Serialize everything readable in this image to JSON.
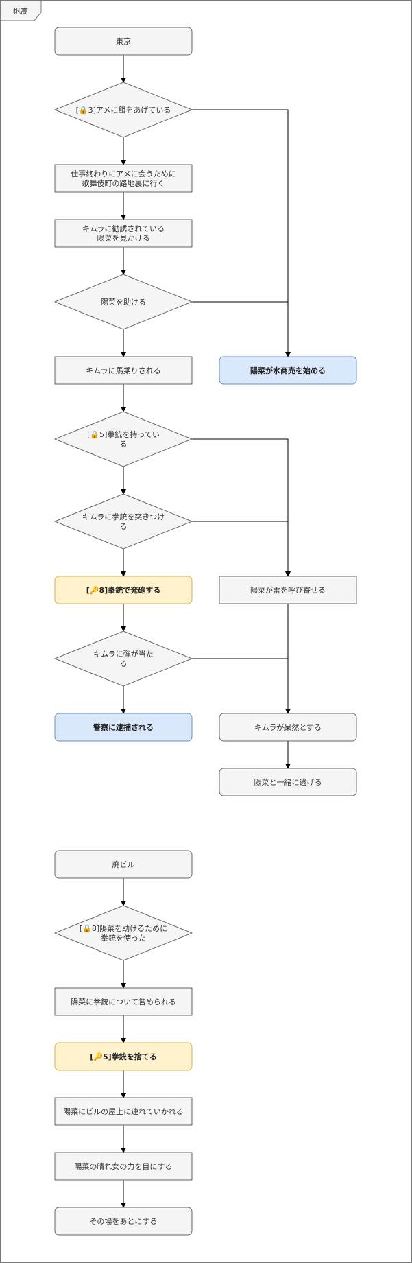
{
  "frame": {
    "label": "帆高"
  },
  "colors": {
    "node_fill": "#f5f5f5",
    "node_stroke": "#666666",
    "blue_fill": "#dae8fc",
    "blue_stroke": "#6c8ebf",
    "yellow_fill": "#fff2cc",
    "yellow_stroke": "#d6b656",
    "edge": "#000000"
  },
  "icons": {
    "lock": "lock-icon",
    "key": "key-icon"
  },
  "nodes": [
    {
      "id": "n1",
      "shape": "rect",
      "style": "gray",
      "lines": [
        "東京"
      ]
    },
    {
      "id": "n2",
      "shape": "diamond",
      "style": "gray",
      "lines": [
        "[🔒3]アメに餌をあげている"
      ]
    },
    {
      "id": "n3",
      "shape": "rect",
      "style": "gray",
      "lines": [
        "仕事終わりにアメに会うために",
        "歌舞伎町の路地裏に行く"
      ]
    },
    {
      "id": "n4",
      "shape": "rect",
      "style": "gray",
      "lines": [
        "キムラに勧誘されている",
        "陽菜を見かける"
      ]
    },
    {
      "id": "n5",
      "shape": "diamond",
      "style": "gray",
      "lines": [
        "陽菜を助ける"
      ]
    },
    {
      "id": "n6",
      "shape": "rect",
      "style": "gray",
      "lines": [
        "キムラに馬乗りされる"
      ]
    },
    {
      "id": "n7",
      "shape": "rect",
      "style": "blue",
      "lines": [
        "陽菜が水商売を始める"
      ]
    },
    {
      "id": "n8",
      "shape": "diamond",
      "style": "gray",
      "lines": [
        "[🔒5]拳銃を持ってい",
        "る"
      ]
    },
    {
      "id": "n9",
      "shape": "diamond",
      "style": "gray",
      "lines": [
        "キムラに拳銃を突きつけ",
        "る"
      ]
    },
    {
      "id": "n10",
      "shape": "rect",
      "style": "yellow",
      "lines": [
        "[🔑8]拳銃で発砲する"
      ]
    },
    {
      "id": "n11",
      "shape": "rect",
      "style": "gray",
      "lines": [
        "陽菜が雷を呼び寄せる"
      ]
    },
    {
      "id": "n12",
      "shape": "diamond",
      "style": "gray",
      "lines": [
        "キムラに弾が当た",
        "る"
      ]
    },
    {
      "id": "n13",
      "shape": "rect",
      "style": "blue",
      "lines": [
        "警察に逮捕される"
      ]
    },
    {
      "id": "n14",
      "shape": "rect",
      "style": "gray",
      "lines": [
        "キムラが呆然とする"
      ]
    },
    {
      "id": "n15",
      "shape": "rect",
      "style": "gray",
      "lines": [
        "陽菜と一緒に逃げる"
      ]
    },
    {
      "id": "n16",
      "shape": "rect",
      "style": "gray",
      "lines": [
        "廃ビル"
      ]
    },
    {
      "id": "n17",
      "shape": "diamond",
      "style": "gray",
      "lines": [
        "[🔒8]陽菜を助けるために",
        "拳銃を使った"
      ]
    },
    {
      "id": "n18",
      "shape": "rect",
      "style": "gray",
      "lines": [
        "陽菜に拳銃について咎められる"
      ]
    },
    {
      "id": "n19",
      "shape": "rect",
      "style": "yellow",
      "lines": [
        "[🔑5]拳銃を捨てる"
      ]
    },
    {
      "id": "n20",
      "shape": "rect",
      "style": "gray",
      "lines": [
        "陽菜にビルの屋上に連れていかれる"
      ]
    },
    {
      "id": "n21",
      "shape": "rect",
      "style": "gray",
      "lines": [
        "陽菜の晴れ女の力を目にする"
      ]
    },
    {
      "id": "n22",
      "shape": "rect",
      "style": "gray",
      "lines": [
        "その場をあとにする"
      ]
    }
  ],
  "edges": [
    {
      "from": "n1",
      "to": "n2"
    },
    {
      "from": "n2",
      "to": "n3"
    },
    {
      "from": "n2",
      "to": "n7"
    },
    {
      "from": "n3",
      "to": "n4"
    },
    {
      "from": "n4",
      "to": "n5"
    },
    {
      "from": "n5",
      "to": "n6"
    },
    {
      "from": "n5",
      "to": "n7"
    },
    {
      "from": "n6",
      "to": "n8"
    },
    {
      "from": "n8",
      "to": "n9"
    },
    {
      "from": "n8",
      "to": "n11"
    },
    {
      "from": "n9",
      "to": "n10"
    },
    {
      "from": "n9",
      "to": "n11"
    },
    {
      "from": "n10",
      "to": "n12"
    },
    {
      "from": "n11",
      "to": "n14"
    },
    {
      "from": "n12",
      "to": "n13"
    },
    {
      "from": "n12",
      "to": "n14"
    },
    {
      "from": "n14",
      "to": "n15"
    },
    {
      "from": "n16",
      "to": "n17"
    },
    {
      "from": "n17",
      "to": "n18"
    },
    {
      "from": "n17",
      "to": "n20"
    },
    {
      "from": "n18",
      "to": "n19"
    },
    {
      "from": "n19",
      "to": "n20"
    },
    {
      "from": "n20",
      "to": "n21"
    },
    {
      "from": "n21",
      "to": "n22"
    }
  ]
}
